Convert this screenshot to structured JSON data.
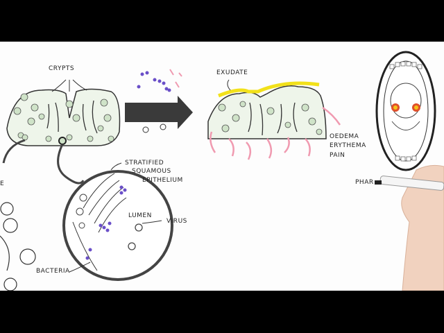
{
  "labels": {
    "crypts": "CRYPTS",
    "exudate": "EXUDATE",
    "oedema": "OEDEMA",
    "erythema": "ERYTHEMA",
    "pain": "PAIN",
    "stratified": "STRATIFIED",
    "squamous": "SQUAMOUS",
    "epithelium": "EPITHELIUM",
    "lumen": "LUMEN",
    "virus": "VIRUS",
    "bacteria": "BACTERIA",
    "phar": "PHAR",
    "edge_e": "E"
  },
  "colors": {
    "letterbox": "#000000",
    "board": "#fdfdfd",
    "arrow": "#3a3a3a",
    "tissue_green": "#cfe3c8",
    "exudate_yellow": "#f2e11a",
    "inflammation_pink": "#f09ab0",
    "bacteria_purple": "#6a4fc8",
    "tonsil_red": "#e0502a",
    "tonsil_yellow": "#f5c21a",
    "skin": "#f1d2bf"
  }
}
